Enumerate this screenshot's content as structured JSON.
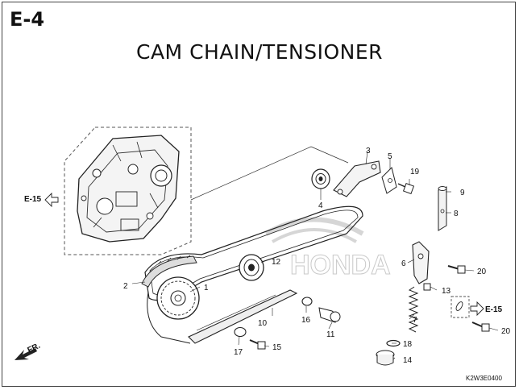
{
  "section_code": "E-4",
  "title": "CAM CHAIN/TENSIONER",
  "catalog_number": "K2W3E0400",
  "watermark": "HONDA",
  "front_arrow_label": "FR.",
  "cross_refs": [
    {
      "id": "left",
      "label": "E-15"
    },
    {
      "id": "right",
      "label": "E-15"
    }
  ],
  "callouts": [
    {
      "id": "1",
      "label": "1"
    },
    {
      "id": "2",
      "label": "2"
    },
    {
      "id": "3",
      "label": "3"
    },
    {
      "id": "4",
      "label": "4"
    },
    {
      "id": "5",
      "label": "5"
    },
    {
      "id": "6",
      "label": "6"
    },
    {
      "id": "7",
      "label": "7"
    },
    {
      "id": "8",
      "label": "8"
    },
    {
      "id": "9",
      "label": "9"
    },
    {
      "id": "10",
      "label": "10"
    },
    {
      "id": "11",
      "label": "11"
    },
    {
      "id": "12",
      "label": "12"
    },
    {
      "id": "13",
      "label": "13"
    },
    {
      "id": "14",
      "label": "14"
    },
    {
      "id": "15",
      "label": "15"
    },
    {
      "id": "16",
      "label": "16"
    },
    {
      "id": "17",
      "label": "17"
    },
    {
      "id": "18",
      "label": "18"
    },
    {
      "id": "19",
      "label": "19"
    },
    {
      "id": "20a",
      "label": "20"
    },
    {
      "id": "20b",
      "label": "20"
    }
  ]
}
